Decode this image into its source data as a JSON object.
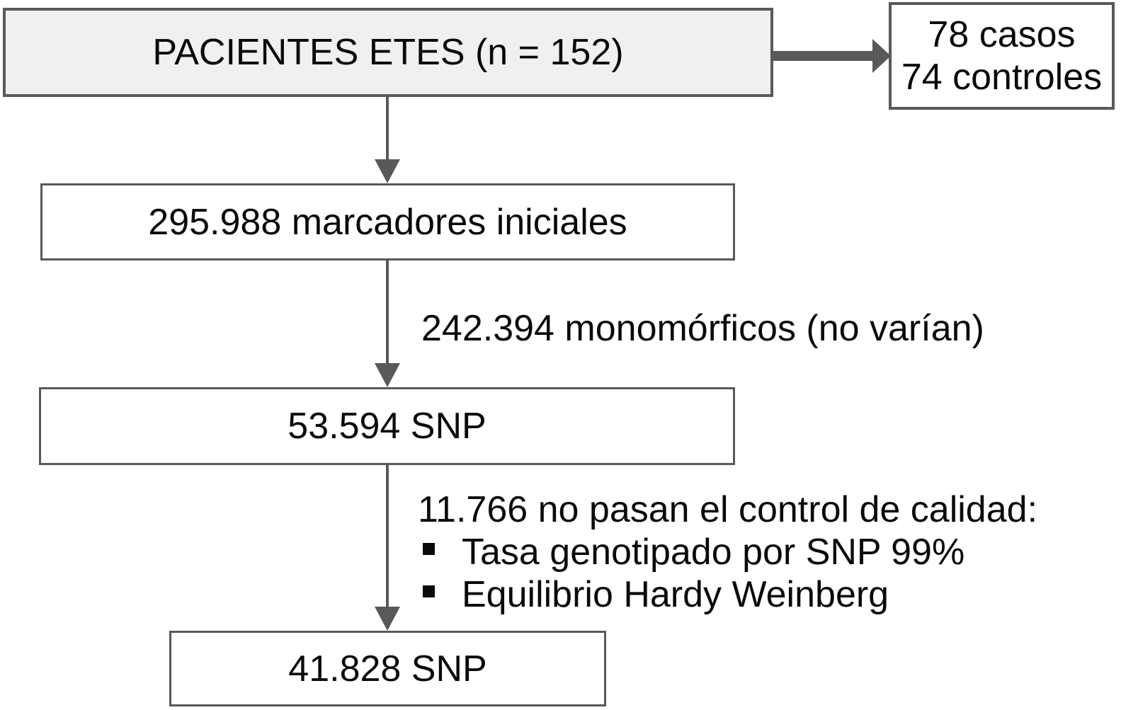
{
  "diagram_title": "SNP quality-control flowchart",
  "colors": {
    "box_border": "#58595b",
    "arrow": "#58595b",
    "top_box_fill": "#f0f0ef",
    "box_fill": "#ffffff",
    "text": "#0a0a0a"
  },
  "icons": {
    "down_arrow": "filled-triangle-down",
    "right_arrow": "filled-triangle-right",
    "bullet": "filled-square"
  },
  "flowchart": {
    "top_box": {
      "label": "PACIENTES ETES (n = 152)"
    },
    "side_box": {
      "line1": "78 casos",
      "line2": "74 controles"
    },
    "markers_box": {
      "label": "295.988 marcadores iniciales"
    },
    "edge_monomorphic": {
      "label": "242.394 monomórficos (no varían)"
    },
    "snp1_box": {
      "label": "53.594 SNP"
    },
    "edge_qc": {
      "heading": "11.766 no pasan el control de calidad:",
      "bullets": [
        "Tasa genotipado por SNP 99%",
        "Equilibrio Hardy Weinberg"
      ]
    },
    "snp2_box": {
      "label": "41.828 SNP"
    }
  }
}
